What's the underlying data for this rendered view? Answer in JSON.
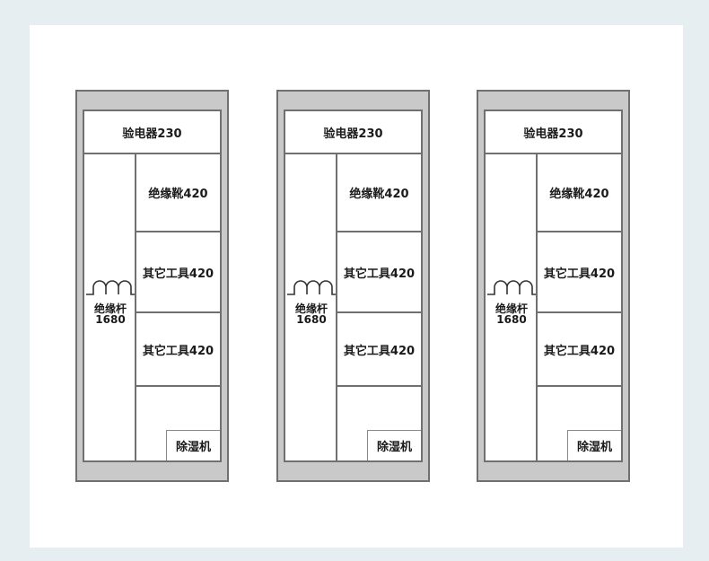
{
  "cabinets": [
    {
      "top": "验电器230",
      "left_name": "绝缘杆",
      "left_size": "1680",
      "r1": "绝缘靴420",
      "r2": "其它工具420",
      "r3": "其它工具420",
      "dehumidifier": "除湿机"
    },
    {
      "top": "验电器230",
      "left_name": "绝缘杆",
      "left_size": "1680",
      "r1": "绝缘靴420",
      "r2": "其它工具420",
      "r3": "其它工具420",
      "dehumidifier": "除湿机"
    },
    {
      "top": "验电器230",
      "left_name": "绝缘杆",
      "left_size": "1680",
      "r1": "绝缘靴420",
      "r2": "其它工具420",
      "r3": "其它工具420",
      "dehumidifier": "除湿机"
    }
  ],
  "colors": {
    "frame": "#707070",
    "cabinet_fill": "#c9c9c9",
    "background": "#e6eef2"
  }
}
